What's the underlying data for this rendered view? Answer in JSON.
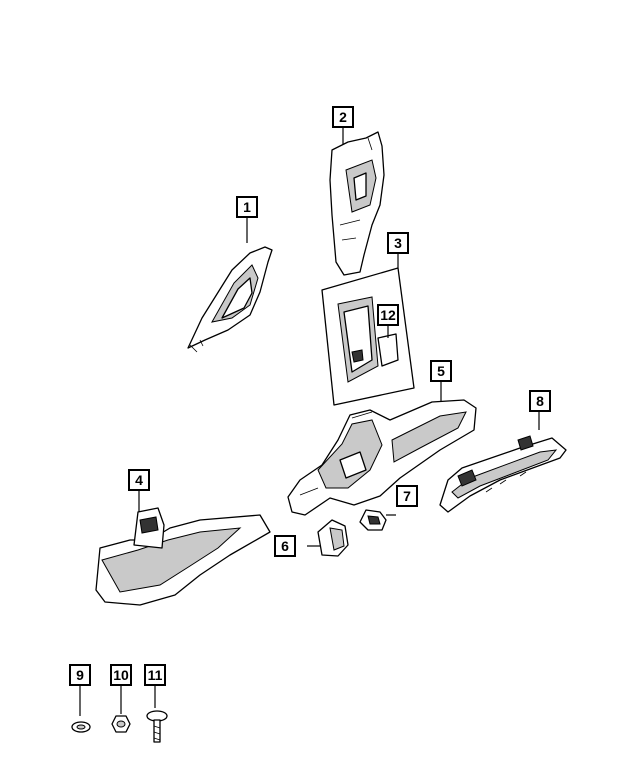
{
  "callouts": [
    {
      "id": "1",
      "label": "1"
    },
    {
      "id": "2",
      "label": "2"
    },
    {
      "id": "3",
      "label": "3"
    },
    {
      "id": "4",
      "label": "4"
    },
    {
      "id": "5",
      "label": "5"
    },
    {
      "id": "6",
      "label": "6"
    },
    {
      "id": "7",
      "label": "7"
    },
    {
      "id": "8",
      "label": "8"
    },
    {
      "id": "9",
      "label": "9"
    },
    {
      "id": "10",
      "label": "10"
    },
    {
      "id": "11",
      "label": "11"
    },
    {
      "id": "12",
      "label": "12"
    }
  ],
  "colors": {
    "stroke": "#000000",
    "shade": "#c9c9c9",
    "background": "#ffffff"
  }
}
